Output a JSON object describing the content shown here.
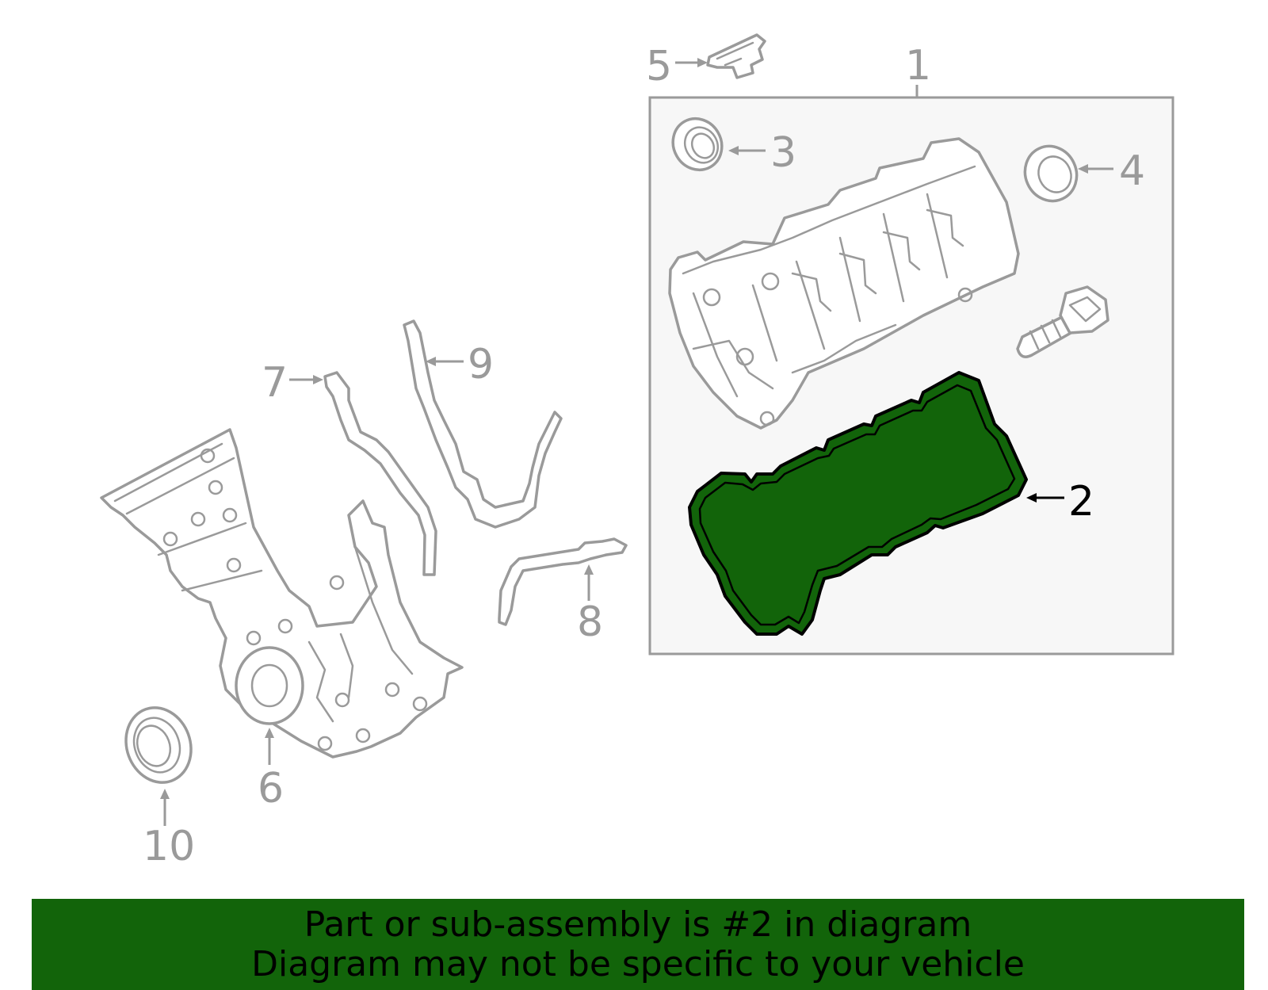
{
  "callouts": {
    "c1": "1",
    "c2": "2",
    "c3": "3",
    "c4": "4",
    "c5": "5",
    "c6": "6",
    "c7": "7",
    "c8": "8",
    "c9": "9",
    "c10": "10"
  },
  "highlight": {
    "part_number": "2",
    "color": "#12640a",
    "box_fill": "#f7f7f7",
    "line_color": "#9a9a9a"
  },
  "banner": {
    "line1": "Part or sub-assembly is #2 in diagram",
    "line2": "Diagram may not be specific to your vehicle",
    "background": "#12640a"
  }
}
